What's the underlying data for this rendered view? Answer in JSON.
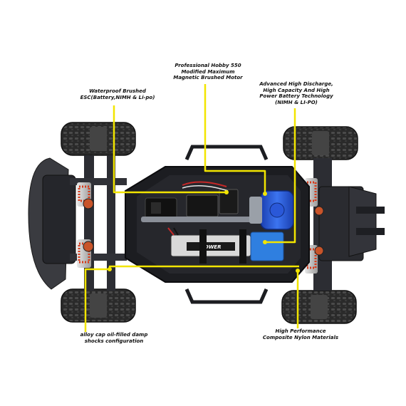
{
  "callouts": {
    "motor": "Professional Hobby 550\nModified Maximum\nMagnetic Brushed Motor",
    "esc": "Waterproof Brushed\nESC(Battery,NIMH & Li-po)",
    "battery": "Advanced High Discharge,\nHigh Capacity And High\nPower Battery Technology\n(NIMH & LI-PO)",
    "shocks": "alloy cap oil-filled damp\nshocks configuration",
    "nylon": "High Performance\nComposite Nylon Materials"
  },
  "battery_label": "POWER",
  "colors": {
    "callout_line": "#f2e500",
    "chassis": "#1c1d21",
    "tire": "#2a2a2a",
    "motor": "#1f4fd1",
    "battery": "#2f7fe0",
    "spring": "#d83a1a",
    "shock_body": "#c9c9c9"
  }
}
